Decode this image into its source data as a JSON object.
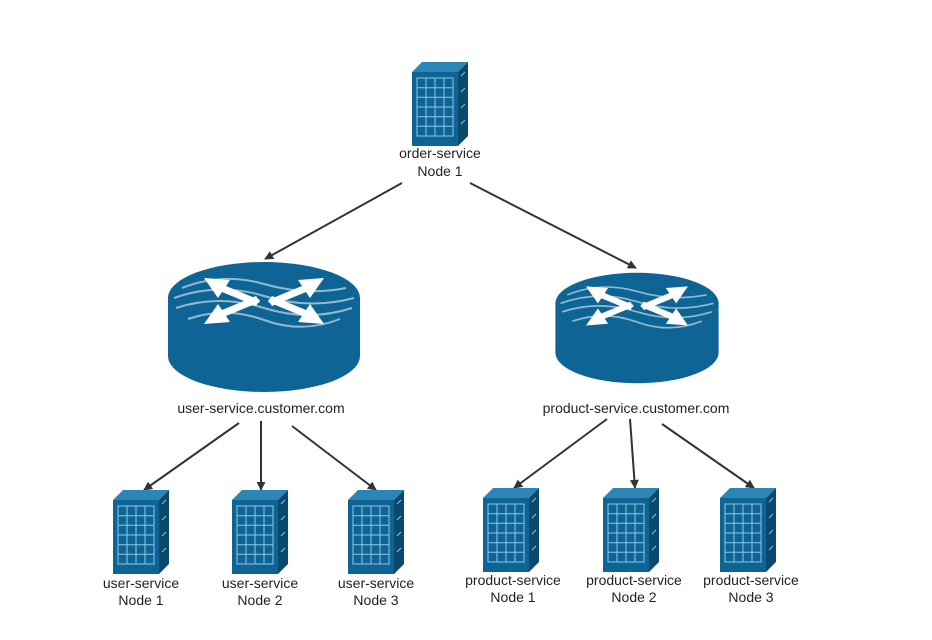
{
  "colors": {
    "device_fill": "#0e6595",
    "device_dark": "#08496d",
    "device_light": "#2b86b6",
    "grid": "#8fc6e2",
    "edge": "#333333"
  },
  "nodes": {
    "order": {
      "icon": "server-icon",
      "line1": "order-service",
      "line2": "Node 1"
    },
    "user_router": {
      "icon": "router-icon",
      "label": "user-service.customer.com"
    },
    "product_router": {
      "icon": "router-icon",
      "label": "product-service.customer.com"
    },
    "user_nodes": [
      {
        "icon": "server-icon",
        "line1": "user-service",
        "line2": "Node 1"
      },
      {
        "icon": "server-icon",
        "line1": "user-service",
        "line2": "Node 2"
      },
      {
        "icon": "server-icon",
        "line1": "user-service",
        "line2": "Node 3"
      }
    ],
    "product_nodes": [
      {
        "icon": "server-icon",
        "line1": "product-service",
        "line2": "Node 1"
      },
      {
        "icon": "server-icon",
        "line1": "product-service",
        "line2": "Node 2"
      },
      {
        "icon": "server-icon",
        "line1": "product-service",
        "line2": "Node 3"
      }
    ]
  }
}
